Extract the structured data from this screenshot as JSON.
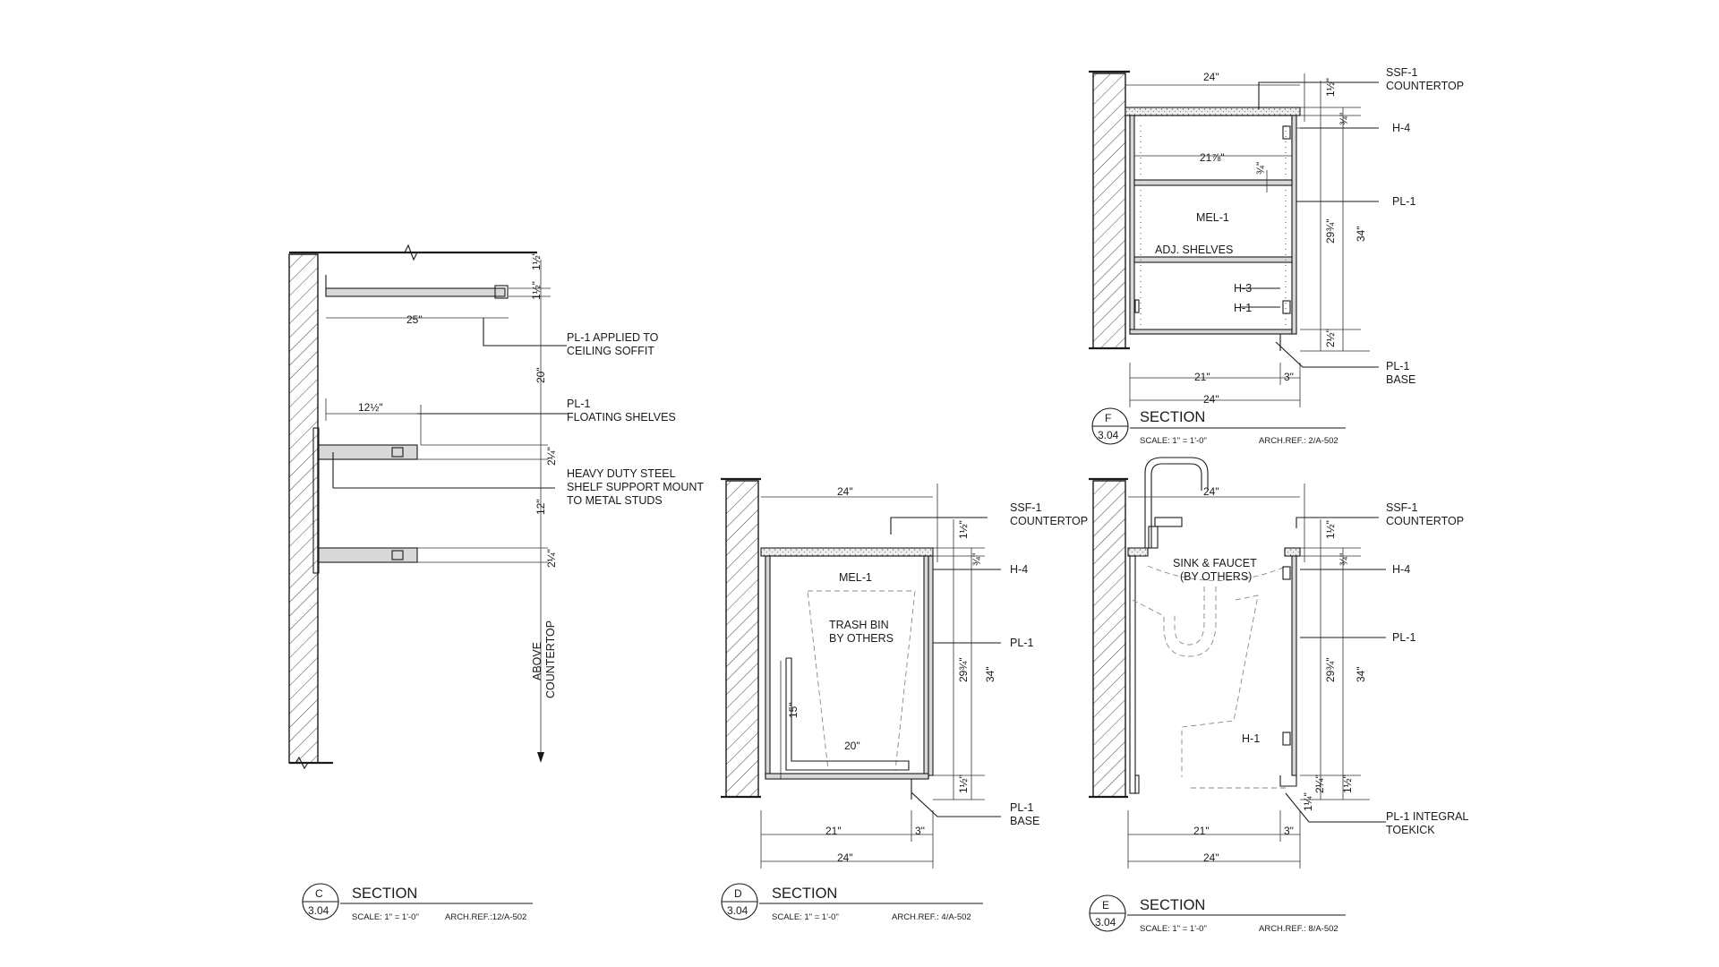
{
  "sections": {
    "c": {
      "letter": "C",
      "sheet": "3.04",
      "title": "SECTION",
      "scale": "SCALE: 1\" = 1'-0\"",
      "arch_ref": "ARCH.REF.:12/A-502",
      "notes": {
        "soffit": [
          "PL-1 APPLIED TO",
          "CEILING SOFFIT"
        ],
        "shelves": [
          "PL-1",
          "FLOATING SHELVES"
        ],
        "mount": [
          "HEAVY DUTY STEEL",
          "SHELF SUPPORT MOUNT",
          "TO METAL STUDS"
        ],
        "above": [
          "ABOVE",
          "COUNTERTOP"
        ]
      },
      "dims": {
        "half_a": "1½\"",
        "half_b": "1½\"",
        "width": "25\"",
        "gap_20": "20\"",
        "shelf_depth": "12½\"",
        "shelf_t1": "2¼\"",
        "gap_12": "12\"",
        "shelf_t2": "2¼\""
      }
    },
    "d": {
      "letter": "D",
      "sheet": "3.04",
      "title": "SECTION",
      "scale": "SCALE: 1\" = 1'-0\"",
      "arch_ref": "ARCH.REF.: 4/A-502",
      "labels": {
        "countertop": [
          "SSF-1",
          "COUNTERTOP"
        ],
        "h4": "H-4",
        "pl1": "PL-1",
        "base": [
          "PL-1",
          "BASE"
        ],
        "mel": "MEL-1",
        "bin": [
          "TRASH BIN",
          "BY OTHERS"
        ]
      },
      "dims": {
        "top_width": "24\"",
        "top_t": "1½\"",
        "door_t": "¾\"",
        "h_inner": "29¾\"",
        "h_total": "34\"",
        "base_h": "1½\"",
        "bin_h": "15\"",
        "bin_w": "20\"",
        "depth_21": "21\"",
        "toe_3": "3\"",
        "bottom_24": "24\""
      }
    },
    "e": {
      "letter": "E",
      "sheet": "3.04",
      "title": "SECTION",
      "scale": "SCALE: 1\" = 1'-0\"",
      "arch_ref": "ARCH.REF.: 8/A-502",
      "labels": {
        "countertop": [
          "SSF-1",
          "COUNTERTOP"
        ],
        "h4": "H-4",
        "pl1": "PL-1",
        "sink": [
          "SINK & FAUCET",
          "(BY OTHERS)"
        ],
        "h1": "H-1",
        "toekick": [
          "PL-1 INTEGRAL",
          "TOEKICK"
        ]
      },
      "dims": {
        "top_width": "24\"",
        "top_t": "1½\"",
        "door_t": "¾\"",
        "h_inner": "29¾\"",
        "h_total": "34\"",
        "toe_a": "1¼\"",
        "toe_b": "2¼\"",
        "base_h": "1½\"",
        "depth_21": "21\"",
        "toe_3": "3\"",
        "bottom_24": "24\""
      }
    },
    "f": {
      "letter": "F",
      "sheet": "3.04",
      "title": "SECTION",
      "scale": "SCALE: 1\" = 1'-0\"",
      "arch_ref": "ARCH.REF.: 2/A-502",
      "labels": {
        "countertop": [
          "SSF-1",
          "COUNTERTOP"
        ],
        "h4": "H-4",
        "pl1": "PL-1",
        "mel": "MEL-1",
        "adj": "ADJ. SHELVES",
        "h3": "H-3",
        "h1": "H-1",
        "base": [
          "PL-1",
          "BASE"
        ]
      },
      "dims": {
        "top_width": "24\"",
        "top_t": "1½\"",
        "door_t": "¾\"",
        "inner_w": "21⅞\"",
        "shelf_t": "¾\"",
        "h_inner": "29¾\"",
        "h_total": "34\"",
        "base_h": "2½\"",
        "depth_21": "21\"",
        "toe_3": "3\"",
        "bottom_24": "24\""
      }
    }
  }
}
